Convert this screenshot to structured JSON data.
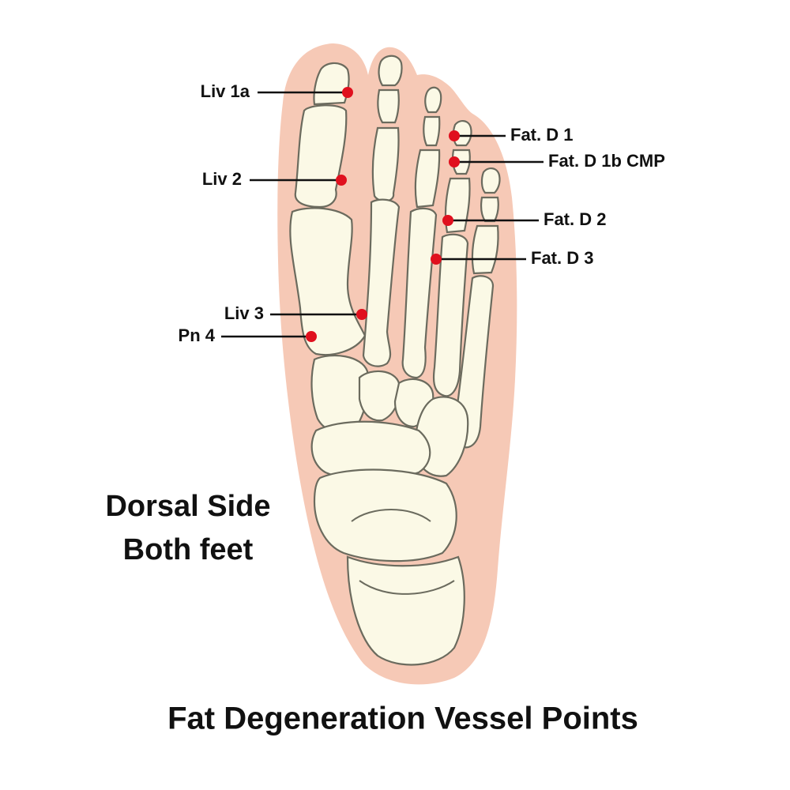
{
  "colors": {
    "skin": "#f6c9b6",
    "bone": "#fbf9e6",
    "bone_outline": "#6b6b5e",
    "point": "#e0101e",
    "text": "#111111"
  },
  "points": [
    {
      "id": "liv-1a",
      "label": "Liv 1a"
    },
    {
      "id": "liv-2",
      "label": "Liv 2"
    },
    {
      "id": "liv-3",
      "label": "Liv 3"
    },
    {
      "id": "pn-4",
      "label": "Pn 4"
    },
    {
      "id": "fat-d-1",
      "label": "Fat. D 1"
    },
    {
      "id": "fat-d-1b-cmp",
      "label": "Fat. D 1b CMP"
    },
    {
      "id": "fat-d-2",
      "label": "Fat. D 2"
    },
    {
      "id": "fat-d-3",
      "label": "Fat. D 3"
    }
  ],
  "side_label": {
    "line1": "Dorsal Side",
    "line2": "Both feet"
  },
  "title": "Fat Degeneration Vessel Points"
}
